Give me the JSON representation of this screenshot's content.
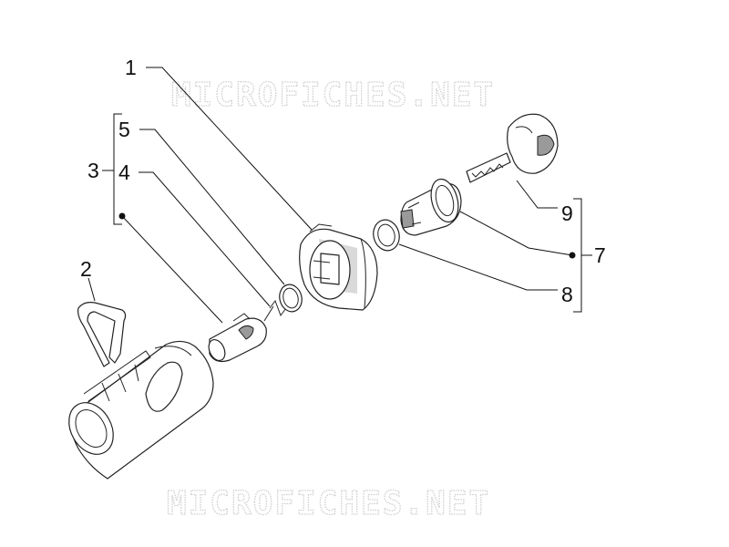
{
  "watermark": {
    "text": "MICROFICHES.NET"
  },
  "parts": [
    {
      "label": "1",
      "name": "lock-housing"
    },
    {
      "label": "2",
      "name": "spring-clip"
    },
    {
      "label": "3",
      "name": "lock-assembly-group"
    },
    {
      "label": "4",
      "name": "latch-pin"
    },
    {
      "label": "5",
      "name": "retaining-ring"
    },
    {
      "label": "7",
      "name": "lock-cylinder-group"
    },
    {
      "label": "8",
      "name": "sealing-ring"
    },
    {
      "label": "9",
      "name": "key"
    }
  ],
  "group_markers": [
    "bullet-dot"
  ]
}
